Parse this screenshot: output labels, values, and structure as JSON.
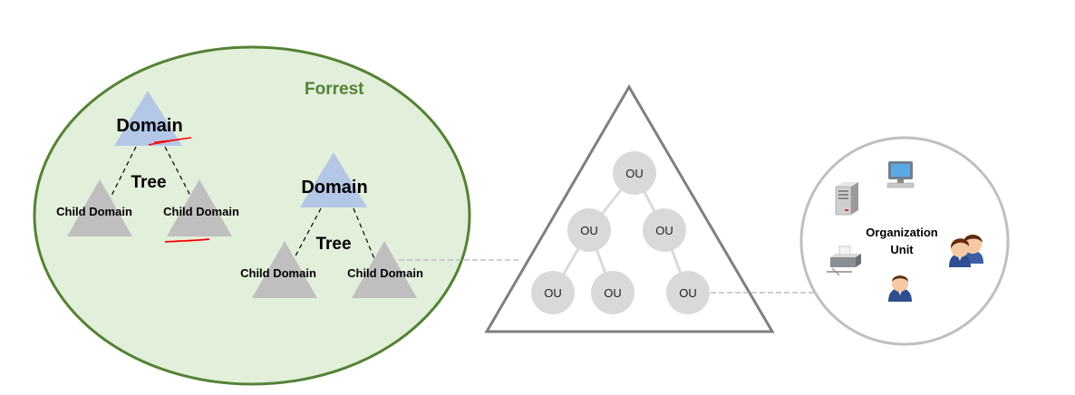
{
  "forest": {
    "label": "Forrest",
    "fill": "#e2efda",
    "stroke": "#548235",
    "label_color": "#548235"
  },
  "tree_left": {
    "domain_label": "Domain",
    "tree_label": "Tree",
    "child_left_label": "Child Domain",
    "child_right_label": "Child Domain"
  },
  "tree_right": {
    "domain_label": "Domain",
    "tree_label": "Tree",
    "child_left_label": "Child Domain",
    "child_right_label": "Child Domain"
  },
  "ou_hierarchy": {
    "nodes": [
      "OU",
      "OU",
      "OU",
      "OU",
      "OU",
      "OU"
    ]
  },
  "org_unit": {
    "label_line1": "Organization",
    "label_line2": "Unit",
    "icons": [
      "monitor-icon",
      "server-icon",
      "printer-icon",
      "user-icon",
      "users-icon"
    ]
  },
  "colors": {
    "domain_triangle": "#b4c7e7",
    "child_triangle": "#bfbfbf",
    "ou_node": "#d9d9d9",
    "outline_gray": "#7f7f7f",
    "connector": "#bfbfbf",
    "annotation_red": "#ff0000"
  }
}
